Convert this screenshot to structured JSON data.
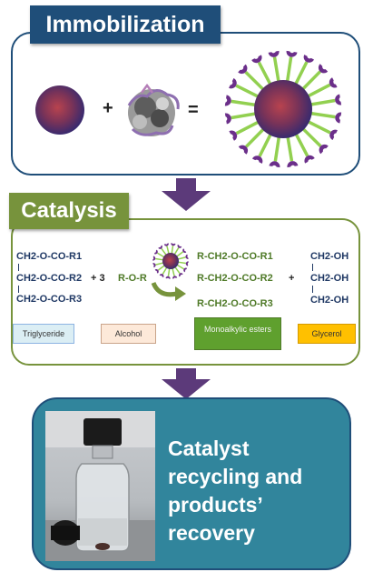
{
  "immobilization": {
    "title": "Immobilization",
    "plus": "+",
    "equals": "="
  },
  "catalysis": {
    "title": "Catalysis",
    "triglyceride_lines": [
      "CH2-O-CO-R1",
      "CH2-O-CO-R2",
      "CH2-O-CO-R3"
    ],
    "alcohol_coeff": "+ 3",
    "alcohol": "R-O-R",
    "ester_lines": [
      "R-CH2-O-CO-R1",
      "R-CH2-O-CO-R2",
      "R-CH2-O-CO-R3"
    ],
    "plus": "+",
    "glycerol_lines": [
      "CH2-OH",
      "CH2-OH",
      "CH2-OH"
    ],
    "labels": {
      "triglyceride": "Triglyceride",
      "alcohol": "Alcohol",
      "esters": "Monoalkylic esters",
      "glycerol": "Glycerol"
    }
  },
  "recycling": {
    "lines": [
      "Catalyst",
      "recycling and",
      "products’",
      "recovery"
    ]
  },
  "colors": {
    "navy": "#1f4e79",
    "olive": "#77933c",
    "teal": "#31859c",
    "purple": "#6b3f8a",
    "arrow": "#5c3a7a"
  }
}
